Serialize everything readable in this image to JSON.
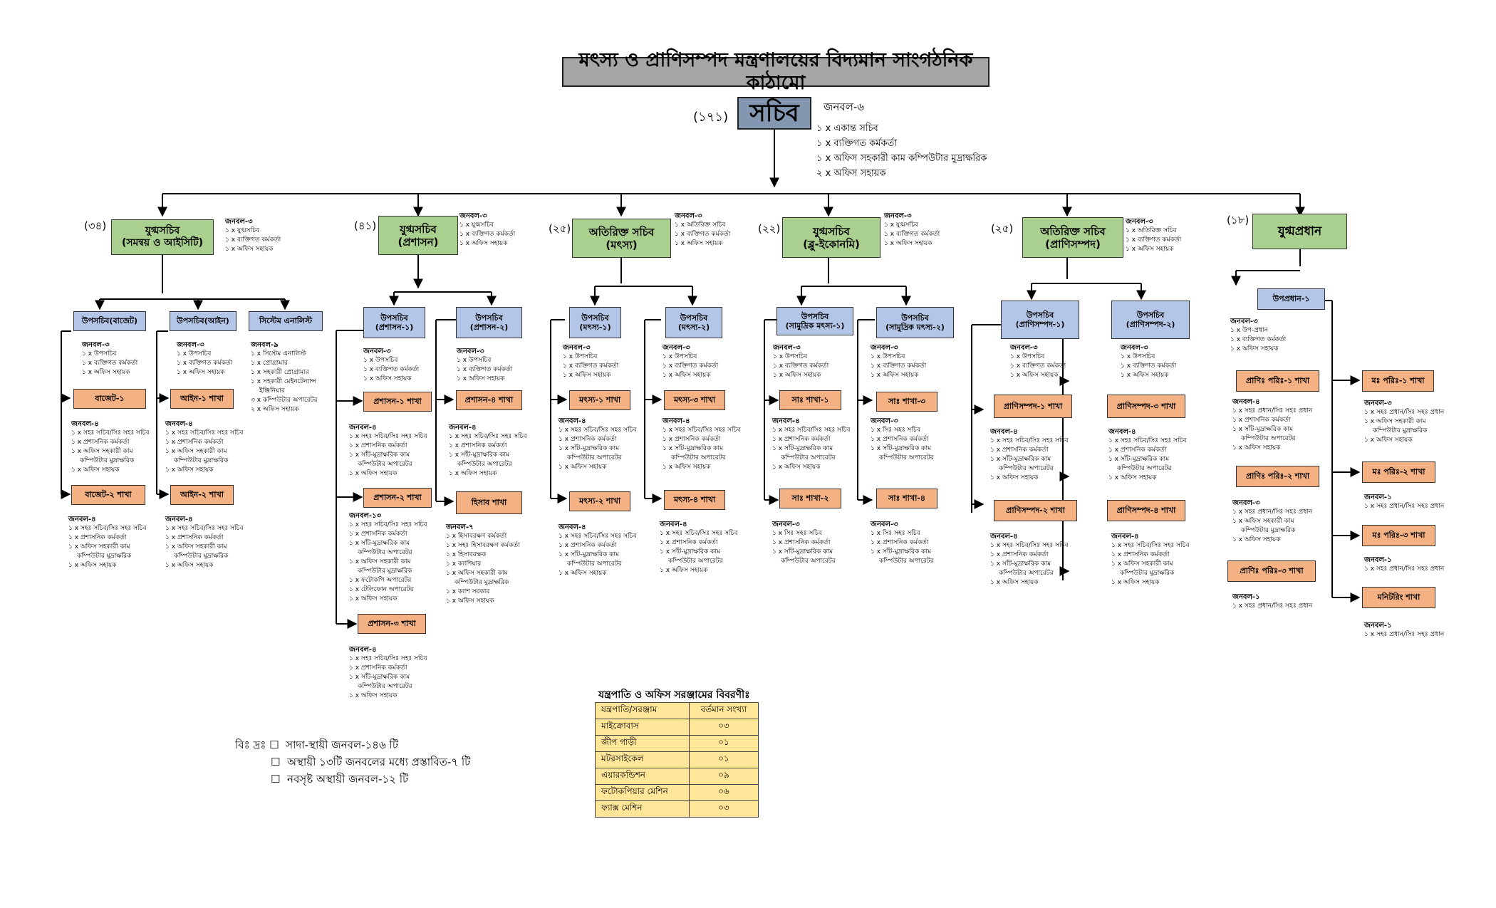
{
  "title": "মৎস্য ও প্রাণিসম্পদ মন্ত্রণালয়ের বিদ্যমান সাংগঠনিক কাঠামো",
  "secretary": {
    "label": "সচিব",
    "count": "(১৭১)",
    "staff_head": "জনবল-৬",
    "staff": [
      "১ x একান্ত সচিব",
      "১ x ব্যক্তিগত কর্মকর্তা",
      "১ x অফিস সহকারী কাম কম্পিউটার মুদ্রাক্ষরিক",
      "২ x অফিস সহায়ক"
    ]
  },
  "wings": [
    {
      "label": "যুগ্মসচিব\n(সমন্বয় ও আইসিটি)",
      "count": "(৩৪)",
      "staff_head": "জনবল-৩",
      "staff": [
        "১ x যুগ্মসচিব",
        "১ x ব্যক্তিগত কর্মকর্তা",
        "১ x অফিস সহায়ক"
      ],
      "depts": [
        {
          "label": "উপসচিব(বাজেট)",
          "staff_head": "জনবল-৩",
          "staff": [
            "১ x উপসচিব",
            "১ x ব্যক্তিগত কর্মকর্তা",
            "১ x অফিস সহায়ক"
          ],
          "branches": [
            {
              "label": "বাজেট-১",
              "staff_head": "জনবল-৪",
              "staff": [
                "১ x সহঃ সচিব/সিঃ সহঃ সচিব",
                "১ x প্রশাসনিক কর্মকর্তা",
                "১ x অফিস সহকারী কাম",
                "কম্পিউটার মুদ্রাক্ষরিক",
                "১ x অফিস সহায়ক"
              ]
            },
            {
              "label": "বাজেট-২ শাখা",
              "staff_head": "জনবল-৪",
              "staff": [
                "১ x সহঃ সচিব/সিঃ সহঃ সচিব",
                "১ x প্রশাসনিক কর্মকর্তা",
                "১ x অফিস সহকারী কাম",
                "কম্পিউটার মুদ্রাক্ষরিক",
                "১ x অফিস সহায়ক"
              ]
            }
          ]
        },
        {
          "label": "উপসচিব(আইন)",
          "staff_head": "জনবল-৩",
          "staff": [
            "১ x উপসচিব",
            "১ x ব্যক্তিগত কর্মকর্তা",
            "১ x অফিস সহায়ক"
          ],
          "branches": [
            {
              "label": "আইন-১ শাখা",
              "staff_head": "জনবল-৪",
              "staff": [
                "১ x সহঃ সচিব/সিঃ সহঃ সচিব",
                "১ x প্রশাসনিক কর্মকর্তা",
                "১ x অফিস সহকারী কাম",
                "কম্পিউটার মুদ্রাক্ষরিক",
                "১ x অফিস সহায়ক"
              ]
            },
            {
              "label": "আইন-২ শাখা",
              "staff_head": "জনবল-৪",
              "staff": [
                "১ x সহঃ সচিব/সিঃ সহঃ সচিব",
                "১ x প্রশাসনিক কর্মকর্তা",
                "১ x অফিস সহকারী কাম",
                "কম্পিউটার মুদ্রাক্ষরিক",
                "১ x অফিস সহায়ক"
              ]
            }
          ]
        },
        {
          "label": "সিস্টেম এনালিস্ট",
          "staff_head": "জনবল-৯",
          "staff": [
            "১ x সিস্টেম এনালিস্ট",
            "১ x প্রোগ্রামার",
            "১ x সহকারী প্রোগ্রামার",
            "১ x সহকারী মেইনটেন্যান্স",
            "ইঞ্জিনিয়ার",
            "৩ x কম্পিউটার অপারেটর",
            "২ x অফিস সহায়ক"
          ],
          "branches": []
        }
      ]
    },
    {
      "label": "যুগ্মসচিব\n(প্রশাসন)",
      "count": "(৪১)",
      "staff_head": "জনবল-৩",
      "staff": [
        "১ x যুগ্মসচিব",
        "১ x ব্যক্তিগত কর্মকর্তা",
        "১ x অফিস সহায়ক"
      ],
      "depts": [
        {
          "label": "উপসচিব\n(প্রশাসন-১)",
          "staff_head": "জনবল-৩",
          "staff": [
            "১ x উপসচিব",
            "১ x ব্যক্তিগত কর্মকর্তা",
            "১ x অফিস সহায়ক"
          ],
          "branches": [
            {
              "label": "প্রশাসন-১ শাখা",
              "staff_head": "জনবল-৪",
              "staff": [
                "১ x সহঃ সচিব/সিঃ সহঃ সচিব",
                "১ x প্রশাসনিক কর্মকর্তা",
                "১ x সাঁট-মুদ্রাক্ষরিক কাম",
                "কম্পিউটার অপারেটর",
                "১ x অফিস সহায়ক"
              ]
            },
            {
              "label": "প্রশাসন-২ শাখা",
              "staff_head": "জনবল-১৩",
              "staff": [
                "১ x সহঃ সচিব/সিঃ সহঃ সচিব",
                "১ x প্রশাসনিক কর্মকর্তা",
                "১ x সাঁট-মুদ্রাক্ষরিক কাম",
                "কম্পিউটার অপারেটর",
                "১ x অফিস সহকারী কাম",
                "কম্পিউটার মুদ্রাক্ষরিক",
                "১ x ফটোকপি অপারেটর",
                "১ x টেলিফোন অপারেটর",
                "১ x অফিস সহায়ক"
              ]
            },
            {
              "label": "প্রশাসন-৩ শাখা",
              "staff_head": "জনবল-৪",
              "staff": [
                "১ x সহঃ সচিব/সিঃ সহঃ সচিব",
                "১ x প্রশাসনিক কর্মকর্তা",
                "১ x সাঁট-মুদ্রাক্ষরিক কাম",
                "কম্পিউটার অপারেটর",
                "১ x অফিস সহায়ক"
              ]
            }
          ]
        },
        {
          "label": "উপসচিব\n(প্রশাসন-২)",
          "staff_head": "জনবল-৩",
          "staff": [
            "১ x উপসচিব",
            "১ x ব্যক্তিগত কর্মকর্তা",
            "১ x অফিস সহায়ক"
          ],
          "branches": [
            {
              "label": "প্রশাসন-৪ শাখা",
              "staff_head": "জনবল-৪",
              "staff": [
                "১ x সহঃ সচিব/সিঃ সহঃ সচিব",
                "১ x প্রশাসনিক কর্মকর্তা",
                "১ x সাঁট-মুদ্রাক্ষরিক কাম",
                "কম্পিউটার অপারেটর",
                "১ x অফিস সহায়ক"
              ]
            },
            {
              "label": "হিসাব শাখা",
              "staff_head": "জনবল-৭",
              "staff": [
                "১ x হিসাবরক্ষণ কর্মকর্তা",
                "১ x সহঃ হিসাবরক্ষণ কর্মকর্তা",
                "১ x হিসাবরক্ষক",
                "১ x ক্যাশিয়ার",
                "১ x অফিস সহকারী কাম",
                "কম্পিউটার মুদ্রাক্ষরিক",
                "১ x ক্যাশ সরকার",
                "১ x অফিস সহায়ক"
              ]
            }
          ]
        }
      ]
    },
    {
      "label": "অতিরিক্ত সচিব\n(মৎস্য)",
      "count": "(২৫)",
      "staff_head": "জনবল-৩",
      "staff": [
        "১ x অতিরিক্ত সচিব",
        "১ x ব্যক্তিগত কর্মকর্তা",
        "১ x অফিস সহায়ক"
      ],
      "depts": [
        {
          "label": "উপসচিব\n(মৎস্য-১)",
          "staff_head": "জনবল-৩",
          "staff": [
            "১ x উপসচিব",
            "১ x ব্যক্তিগত কর্মকর্তা",
            "১ x অফিস সহায়ক"
          ],
          "branches": [
            {
              "label": "মৎস্য-১ শাখা",
              "staff_head": "জনবল-৪",
              "staff": [
                "১ x সহঃ সচিব/সিঃ সহঃ সচিব",
                "১ x প্রশাসনিক কর্মকর্তা",
                "১ x সাঁট-মুদ্রাক্ষরিক কাম",
                "কম্পিউটার অপারেটর",
                "১ x অফিস সহায়ক"
              ]
            },
            {
              "label": "মৎস্য-২ শাখা",
              "staff_head": "জনবল-৪",
              "staff": [
                "১ x সহঃ সচিব/সিঃ সহঃ সচিব",
                "১ x প্রশাসনিক কর্মকর্তা",
                "১ x সাঁট-মুদ্রাক্ষরিক কাম",
                "কম্পিউটার অপারেটর",
                "১ x অফিস সহায়ক"
              ]
            }
          ]
        },
        {
          "label": "উপসচিব\n(মৎস্য-২)",
          "staff_head": "জনবল-৩",
          "staff": [
            "১ x উপসচিব",
            "১ x ব্যক্তিগত কর্মকর্তা",
            "১ x অফিস সহায়ক"
          ],
          "branches": [
            {
              "label": "মৎস্য-৩ শাখা",
              "staff_head": "জনবল-৪",
              "staff": [
                "১ x সহঃ সচিব/সিঃ সহঃ সচিব",
                "১ x প্রশাসনিক কর্মকর্তা",
                "১ x সাঁট-মুদ্রাক্ষরিক কাম",
                "কম্পিউটার অপারেটর",
                "১ x অফিস সহায়ক"
              ]
            },
            {
              "label": "মৎস্য-৪ শাখা",
              "staff_head": "জনবল-৪",
              "staff": [
                "১ x সহঃ সচিব/সিঃ সহঃ সচিব",
                "১ x প্রশাসনিক কর্মকর্তা",
                "১ x সাঁট-মুদ্রাক্ষরিক কাম",
                "কম্পিউটার অপারেটর",
                "১ x অফিস সহায়ক"
              ]
            }
          ]
        }
      ]
    },
    {
      "label": "যুগ্মসচিব\n(ব্লু-ইকোনমি)",
      "count": "(২২)",
      "staff_head": "জনবল-৩",
      "staff": [
        "১ x যুগ্মসচিব",
        "১ x ব্যক্তিগত কর্মকর্তা",
        "১ x অফিস সহায়ক"
      ],
      "depts": [
        {
          "label": "উপসচিব\n(সামুদ্রিক মৎস্য-১)",
          "staff_head": "জনবল-৩",
          "staff": [
            "১ x উপসচিব",
            "১ x ব্যক্তিগত কর্মকর্তা",
            "১ x অফিস সহায়ক"
          ],
          "branches": [
            {
              "label": "সাঃ শাখা-১",
              "staff_head": "জনবল-৪",
              "staff": [
                "১ x সহঃ সচিব/সিঃ সহঃ সচিব",
                "১ x প্রশাসনিক কর্মকর্তা",
                "১ x সাঁট-মুদ্রাক্ষরিক কাম",
                "কম্পিউটার অপারেটর",
                "১ x অফিস সহায়ক"
              ]
            },
            {
              "label": "সাঃ শাখা-২",
              "staff_head": "জনবল-৩",
              "staff": [
                "১ x সিঃ সহঃ সচিব",
                "১ x প্রশাসনিক কর্মকর্তা",
                "১ x সাঁট-মুদ্রাক্ষরিক কাম",
                "কম্পিউটার অপারেটর"
              ]
            }
          ]
        },
        {
          "label": "উপসচিব\n(সামুদ্রিক মৎস্য-২)",
          "staff_head": "জনবল-৩",
          "staff": [
            "১ x উপসচিব",
            "১ x ব্যক্তিগত কর্মকর্তা",
            "১ x অফিস সহায়ক"
          ],
          "branches": [
            {
              "label": "সাঃ শাখা-৩",
              "staff_head": "জনবল-৩",
              "staff": [
                "১ x সিঃ সহঃ সচিব",
                "১ x প্রশাসনিক কর্মকর্তা",
                "১ x সাঁট-মুদ্রাক্ষরিক কাম",
                "কম্পিউটার অপারেটর"
              ]
            },
            {
              "label": "সাঃ শাখা-৪",
              "staff_head": "জনবল-৩",
              "staff": [
                "১ x সিঃ সহঃ সচিব",
                "১ x প্রশাসনিক কর্মকর্তা",
                "১ x সাঁট-মুদ্রাক্ষরিক কাম",
                "কম্পিউটার অপারেটর"
              ]
            }
          ]
        }
      ]
    },
    {
      "label": "অতিরিক্ত সচিব\n(প্রাণিসম্পদ)",
      "count": "(২৫)",
      "staff_head": "জনবল-৩",
      "staff": [
        "১ x অতিরিক্ত সচিব",
        "১ x ব্যক্তিগত কর্মকর্তা",
        "১ x অফিস সহায়ক"
      ],
      "depts": [
        {
          "label": "উপসচিব\n(প্রাণিসম্পদ-১)",
          "staff_head": "জনবল-৩",
          "staff": [
            "১ x উপসচিব",
            "১ x ব্যক্তিগত কর্মকর্তা",
            "১ x অফিস সহায়ক"
          ],
          "branches": [
            {
              "label": "প্রাণিসম্পদ-১ শাখা",
              "staff_head": "জনবল-৪",
              "staff": [
                "১ x সহঃ সচিব/সিঃ সহঃ সচিব",
                "১ x প্রশাসনিক কর্মকর্তা",
                "১ x সাঁট-মুদ্রাক্ষরিক কাম",
                "কম্পিউটার অপারেটর",
                "১ x অফিস সহায়ক"
              ]
            },
            {
              "label": "প্রাণিসম্পদ-২ শাখা",
              "staff_head": "জনবল-৪",
              "staff": [
                "১ x সহঃ সচিব/সিঃ সহঃ সচিব",
                "১ x প্রশাসনিক কর্মকর্তা",
                "১ x সাঁট-মুদ্রাক্ষরিক কাম",
                "কম্পিউটার অপারেটর",
                "১ x অফিস সহায়ক"
              ]
            }
          ]
        },
        {
          "label": "উপসচিব\n(প্রাণিসম্পদ-২)",
          "staff_head": "জনবল-৩",
          "staff": [
            "১ x উপসচিব",
            "১ x ব্যক্তিগত কর্মকর্তা",
            "১ x অফিস সহায়ক"
          ],
          "branches": [
            {
              "label": "প্রাণিসম্পদ-৩ শাখা",
              "staff_head": "জনবল-৪",
              "staff": [
                "১ x সহঃ সচিব/সিঃ সহঃ সচিব",
                "১ x প্রশাসনিক কর্মকর্তা",
                "১ x সাঁট-মুদ্রাক্ষরিক কাম",
                "কম্পিউটার অপারেটর",
                "১ x অফিস সহায়ক"
              ]
            },
            {
              "label": "প্রাণিসম্পদ-৪ শাখা",
              "staff_head": "জনবল-৪",
              "staff": [
                "১ x সহঃ সচিব/সিঃ সহঃ সচিব",
                "১ x প্রশাসনিক কর্মকর্তা",
                "১ x অফিস সহকারী কাম",
                "কম্পিউটার মুদ্রাক্ষরিক",
                "১ x অফিস সহায়ক"
              ]
            }
          ]
        }
      ]
    },
    {
      "label": "যুগ্মপ্রধান",
      "count": "(১৮)",
      "staff_head": "",
      "staff": [],
      "depts": [
        {
          "label": "উপপ্রধান-১",
          "staff_head": "জনবল-৩",
          "staff": [
            "১ x উপ-প্রধান",
            "১ x ব্যক্তিগত কর্মকর্তা",
            "১ x অফিস সহায়ক"
          ],
          "branches": [
            {
              "label": "প্রাণিঃ পরিঃ-১ শাখা",
              "staff_head": "জনবল-৪",
              "staff": [
                "১ x সহঃ প্রধান/সিঃ সহঃ প্রধান",
                "১ x প্রশাসনিক কর্মকর্তা",
                "১ x সাঁট-মুদ্রাক্ষরিক কাম",
                "কম্পিউটার অপারেটর",
                "১ x অফিস সহায়ক"
              ]
            },
            {
              "label": "প্রাণিঃ পরিঃ-২ শাখা",
              "staff_head": "জনবল-৩",
              "staff": [
                "১ x সহঃ প্রধান/সিঃ সহঃ প্রধান",
                "১ x অফিস সহকারী কাম",
                "কম্পিউটার মুদ্রাক্ষরিক",
                "১ x অফিস সহায়ক"
              ]
            },
            {
              "label": "প্রাণিঃ পরিঃ-৩ শাখা",
              "staff_head": "জনবল-১",
              "staff": [
                "১ x সহঃ প্রধান/সিঃ সহঃ প্রধান"
              ]
            }
          ],
          "branches_right": [
            {
              "label": "মঃ পরিঃ-১ শাখা",
              "staff_head": "জনবল-৩",
              "staff": [
                "১ x সহঃ প্রধান/সিঃ সহঃ প্রধান",
                "১ x অফিস সহকারী কাম",
                "কম্পিউটার মুদ্রাক্ষরিক",
                "১ x অফিস সহায়ক"
              ]
            },
            {
              "label": "মঃ পরিঃ-২ শাখা",
              "staff_head": "জনবল-১",
              "staff": [
                "১ x সহঃ প্রধান/সিঃ সহঃ প্রধান"
              ]
            },
            {
              "label": "মঃ পরিঃ-৩ শাখা",
              "staff_head": "জনবল-১",
              "staff": [
                "১ x সহঃ প্রধান/সিঃ সহঃ প্রধান"
              ]
            },
            {
              "label": "মনিটরিং শাখা",
              "staff_head": "জনবল-১",
              "staff": [
                "১ x সহঃ প্রধান/সিঃ সহঃ প্রধান"
              ]
            }
          ]
        }
      ]
    }
  ],
  "equipment": {
    "title": "যন্ত্রপাতি ও অফিস সরঞ্জামের বিবরণীঃ",
    "headers": [
      "যন্ত্রপাতি/সরঞ্জাম",
      "বর্তমান সংখ্যা"
    ],
    "rows": [
      [
        "মাইক্রোবাস",
        "০৩"
      ],
      [
        "জীপ গাড়ী",
        "০১"
      ],
      [
        "মটরসাইকেল",
        "০১"
      ],
      [
        "এয়ারকন্ডিশন",
        "০৯"
      ],
      [
        "ফটোকপিয়ার মেশিন",
        "০৬"
      ],
      [
        "ফ্যাক্স মেশিন",
        "০৩"
      ]
    ]
  },
  "legend": {
    "prefix": "বিঃ দ্রঃ",
    "items": [
      "সাদা-স্থায়ী জনবল-১৪৬ টি",
      "অস্থায়ী ১৩টি জনবলের মধ্যে প্রস্তাবিত-৭ টি",
      "নবসৃষ্ট অস্থায়ী জনবল-১২ টি"
    ]
  },
  "colors": {
    "title": "#a6a6a6",
    "secretary": "#8497b0",
    "wing": "#a9d08e",
    "dept": "#b4c6e7",
    "branch": "#f4b183",
    "table": "#ffe699"
  }
}
